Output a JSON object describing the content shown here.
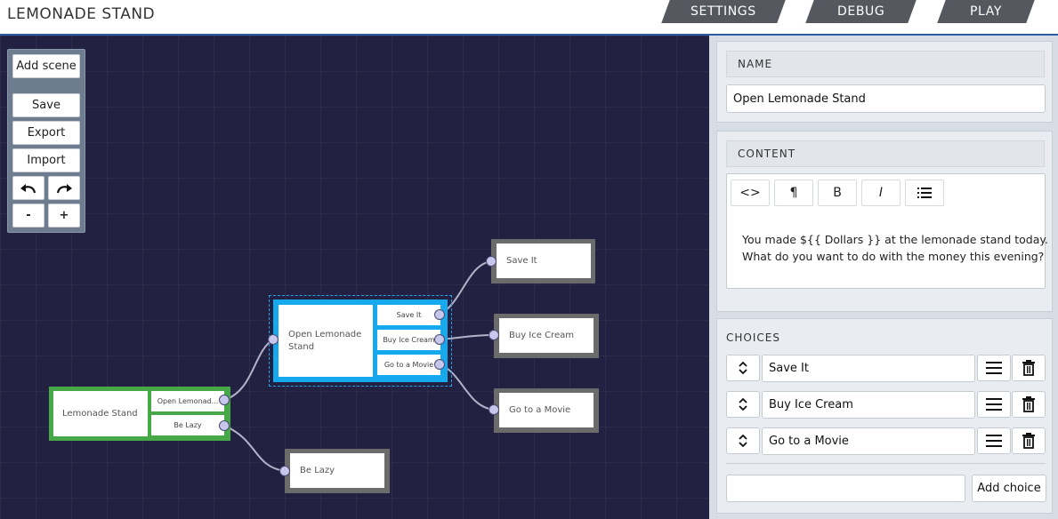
{
  "header": {
    "title": "LEMONADE STAND",
    "tabs": [
      "SETTINGS",
      "DEBUG",
      "PLAY"
    ]
  },
  "toolbox": {
    "add_scene": "Add scene",
    "save": "Save",
    "export": "Export",
    "import": "Import",
    "undo_icon": "undo-icon",
    "redo_icon": "redo-icon",
    "zoom_out": "-",
    "zoom_in": "+"
  },
  "graph": {
    "nodes": {
      "lemonade_stand": {
        "title": "Lemonade Stand",
        "choices": [
          "Open Lemonad...",
          "Be Lazy"
        ]
      },
      "open_lemonade_stand": {
        "title": "Open Lemonade Stand",
        "choices": [
          "Save It",
          "Buy Ice Cream",
          "Go to a Movie"
        ]
      },
      "save_it": {
        "title": "Save It"
      },
      "buy_ice_cream": {
        "title": "Buy Ice Cream"
      },
      "go_to_a_movie": {
        "title": "Go to a Movie"
      },
      "be_lazy": {
        "title": "Be Lazy"
      }
    },
    "colors": {
      "start_border": "#46a847",
      "selected_border": "#16a9ee",
      "default_border": "#6b6b6b",
      "link": "#b3b2c9"
    }
  },
  "panel": {
    "name": {
      "label": "NAME",
      "value": "Open Lemonade Stand"
    },
    "content": {
      "label": "CONTENT",
      "toolbar": [
        "<>",
        "¶",
        "B",
        "I",
        "list-icon"
      ],
      "text_line1": "You made ${{ Dollars }} at the lemonade stand today.",
      "text_line2": "What do you want to do with the money this evening?"
    },
    "choices": {
      "label": "CHOICES",
      "items": [
        "Save It",
        "Buy Ice Cream",
        "Go to a Movie"
      ],
      "new_choice_value": "",
      "add_button": "Add choice"
    }
  }
}
